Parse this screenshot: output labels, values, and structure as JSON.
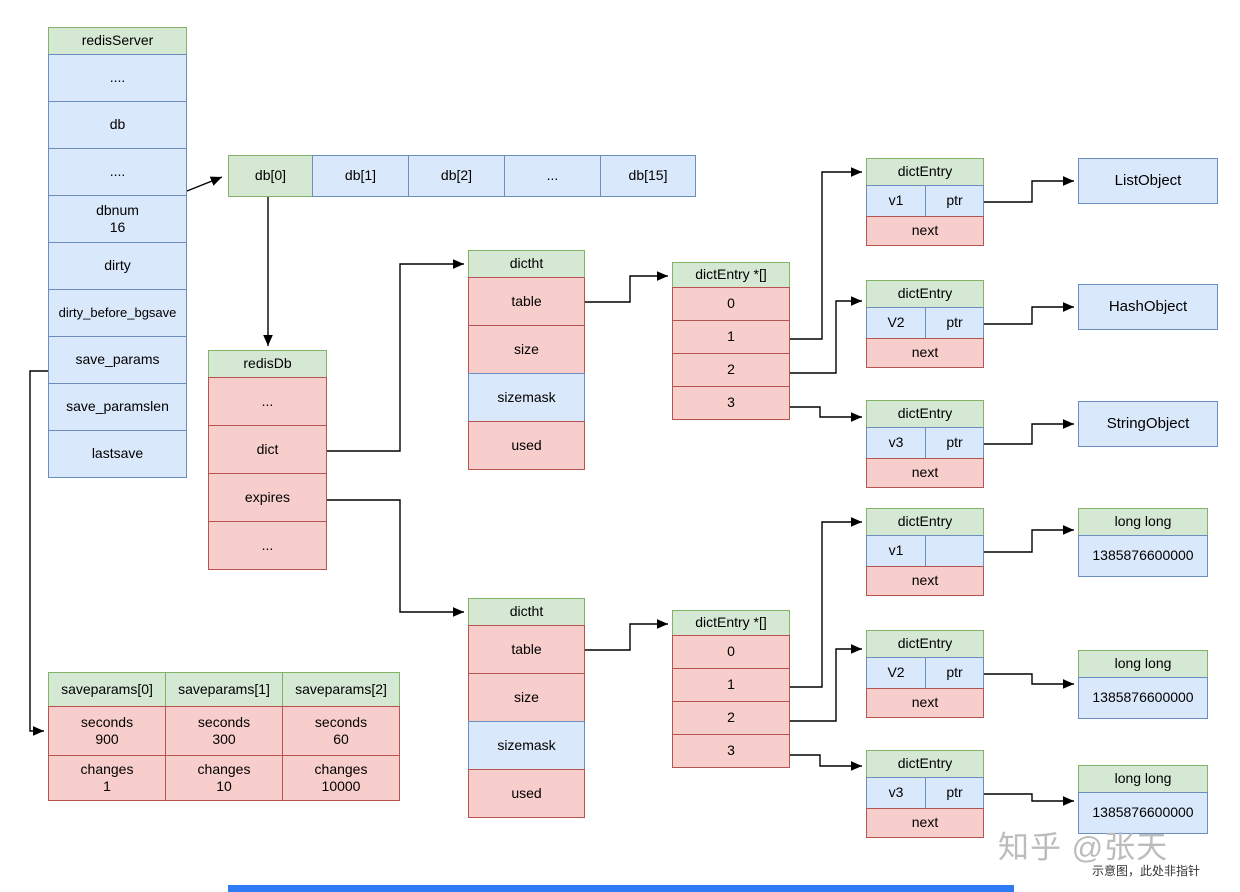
{
  "redis_server": {
    "title": "redisServer",
    "cells": [
      "....",
      "db",
      "....",
      "dbnum\n16",
      "dirty",
      "dirty_before_bgsave",
      "save_params",
      "save_paramslen",
      "lastsave"
    ]
  },
  "db_array": {
    "cells": [
      "db[0]",
      "db[1]",
      "db[2]",
      "...",
      "db[15]"
    ]
  },
  "redis_db": {
    "title": "redisDb",
    "cells": [
      "...",
      "dict",
      "expires",
      "..."
    ]
  },
  "dictht_top": {
    "title": "dictht",
    "cells": [
      "table",
      "size",
      "sizemask",
      "used"
    ]
  },
  "dict_entry_array_top": {
    "title": "dictEntry *[]",
    "cells": [
      "0",
      "1",
      "2",
      "3"
    ]
  },
  "dict_entries_top": [
    {
      "title": "dictEntry",
      "value": "v1",
      "ptr": "ptr",
      "next": "next"
    },
    {
      "title": "dictEntry",
      "value": "V2",
      "ptr": "ptr",
      "next": "next"
    },
    {
      "title": "dictEntry",
      "value": "v3",
      "ptr": "ptr",
      "next": "next"
    }
  ],
  "objects_top": [
    {
      "label": "ListObject"
    },
    {
      "label": "HashObject"
    },
    {
      "label": "StringObject"
    }
  ],
  "dictht_bottom": {
    "title": "dictht",
    "cells": [
      "table",
      "size",
      "sizemask",
      "used"
    ]
  },
  "dict_entry_array_bottom": {
    "title": "dictEntry *[]",
    "cells": [
      "0",
      "1",
      "2",
      "3"
    ]
  },
  "dict_entries_bottom": [
    {
      "title": "dictEntry",
      "value": "v1",
      "ptr": "",
      "next": "next"
    },
    {
      "title": "dictEntry",
      "value": "V2",
      "ptr": "ptr",
      "next": "next"
    },
    {
      "title": "dictEntry",
      "value": "v3",
      "ptr": "ptr",
      "next": "next"
    }
  ],
  "long_long_boxes": [
    {
      "title": "long long",
      "value": "1385876600000"
    },
    {
      "title": "long long",
      "value": "1385876600000"
    },
    {
      "title": "long long",
      "value": "1385876600000"
    }
  ],
  "saveparams": {
    "headers": [
      "saveparams[0]",
      "saveparams[1]",
      "saveparams[2]"
    ],
    "row_seconds": [
      "seconds\n900",
      "seconds\n300",
      "seconds\n60"
    ],
    "row_changes": [
      "changes\n1",
      "changes\n10",
      "changes\n10000"
    ]
  },
  "watermark": {
    "brand": "知乎 @张天",
    "note": "示意图，此处非指针"
  },
  "colors": {
    "header": "#d5e8d4",
    "blue": "#dae8fc",
    "red": "#f8cecc"
  }
}
